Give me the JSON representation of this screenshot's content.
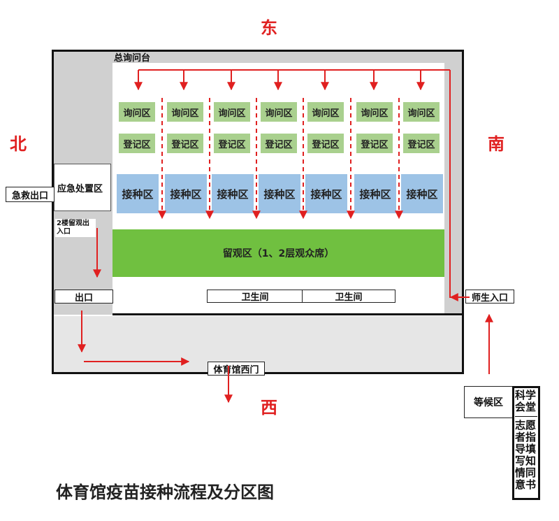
{
  "compass": {
    "east": "东",
    "north": "北",
    "south": "南",
    "west": "西"
  },
  "front_desk": "总询问台",
  "lanes": [
    {
      "inquiry": "询问区",
      "register": "登记区",
      "vaccinate": "接种区"
    },
    {
      "inquiry": "询问区",
      "register": "登记区",
      "vaccinate": "接种区"
    },
    {
      "inquiry": "询问区",
      "register": "登记区",
      "vaccinate": "接种区"
    },
    {
      "inquiry": "询问区",
      "register": "登记区",
      "vaccinate": "接种区"
    },
    {
      "inquiry": "询问区",
      "register": "登记区",
      "vaccinate": "接种区"
    },
    {
      "inquiry": "询问区",
      "register": "登记区",
      "vaccinate": "接种区"
    },
    {
      "inquiry": "询问区",
      "register": "登记区",
      "vaccinate": "接种区"
    }
  ],
  "observation": "留观区（1、2层观众席）",
  "emergency_zone": "应急处置区",
  "emergency_exit": "急救出口",
  "second_floor_entrance": "2楼留观出入口",
  "exit": "出口",
  "toilets": [
    "卫生间",
    "卫生间"
  ],
  "staff_entrance": "师生入口",
  "west_gate": "体育馆西门",
  "waiting_area": "等候区",
  "volunteer_box": {
    "top": "科学会堂",
    "bottom": "志愿者指导填写知情同意书"
  },
  "title": "体育馆疫苗接种流程及分区图",
  "colors": {
    "arrow": "#e02020",
    "compass": "#e02020",
    "inquiry_green": "#a9d08e",
    "observation_green": "#70c040",
    "vaccinate_blue": "#9dc3e6",
    "corridor_gray": "#d0d0d0"
  }
}
